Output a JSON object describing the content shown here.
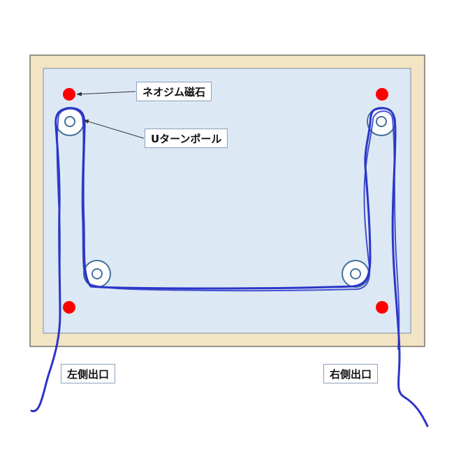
{
  "colors": {
    "frame_fill": "#f3e4c3",
    "frame_stroke": "#555555",
    "panel_fill": "#dce9f5",
    "panel_stroke": "#7a8fa8",
    "magnet": "#ff0000",
    "pole_stroke": "#41719c",
    "cable": "#2b35c8",
    "arrow": "#333333"
  },
  "labels": {
    "magnet": "ネオジム磁石",
    "uturn_pole": "Uターンポール",
    "left_exit": "左側出口",
    "right_exit": "右側出口"
  },
  "icons": {
    "magnet": "red-circle",
    "pole": "ring-circle"
  }
}
